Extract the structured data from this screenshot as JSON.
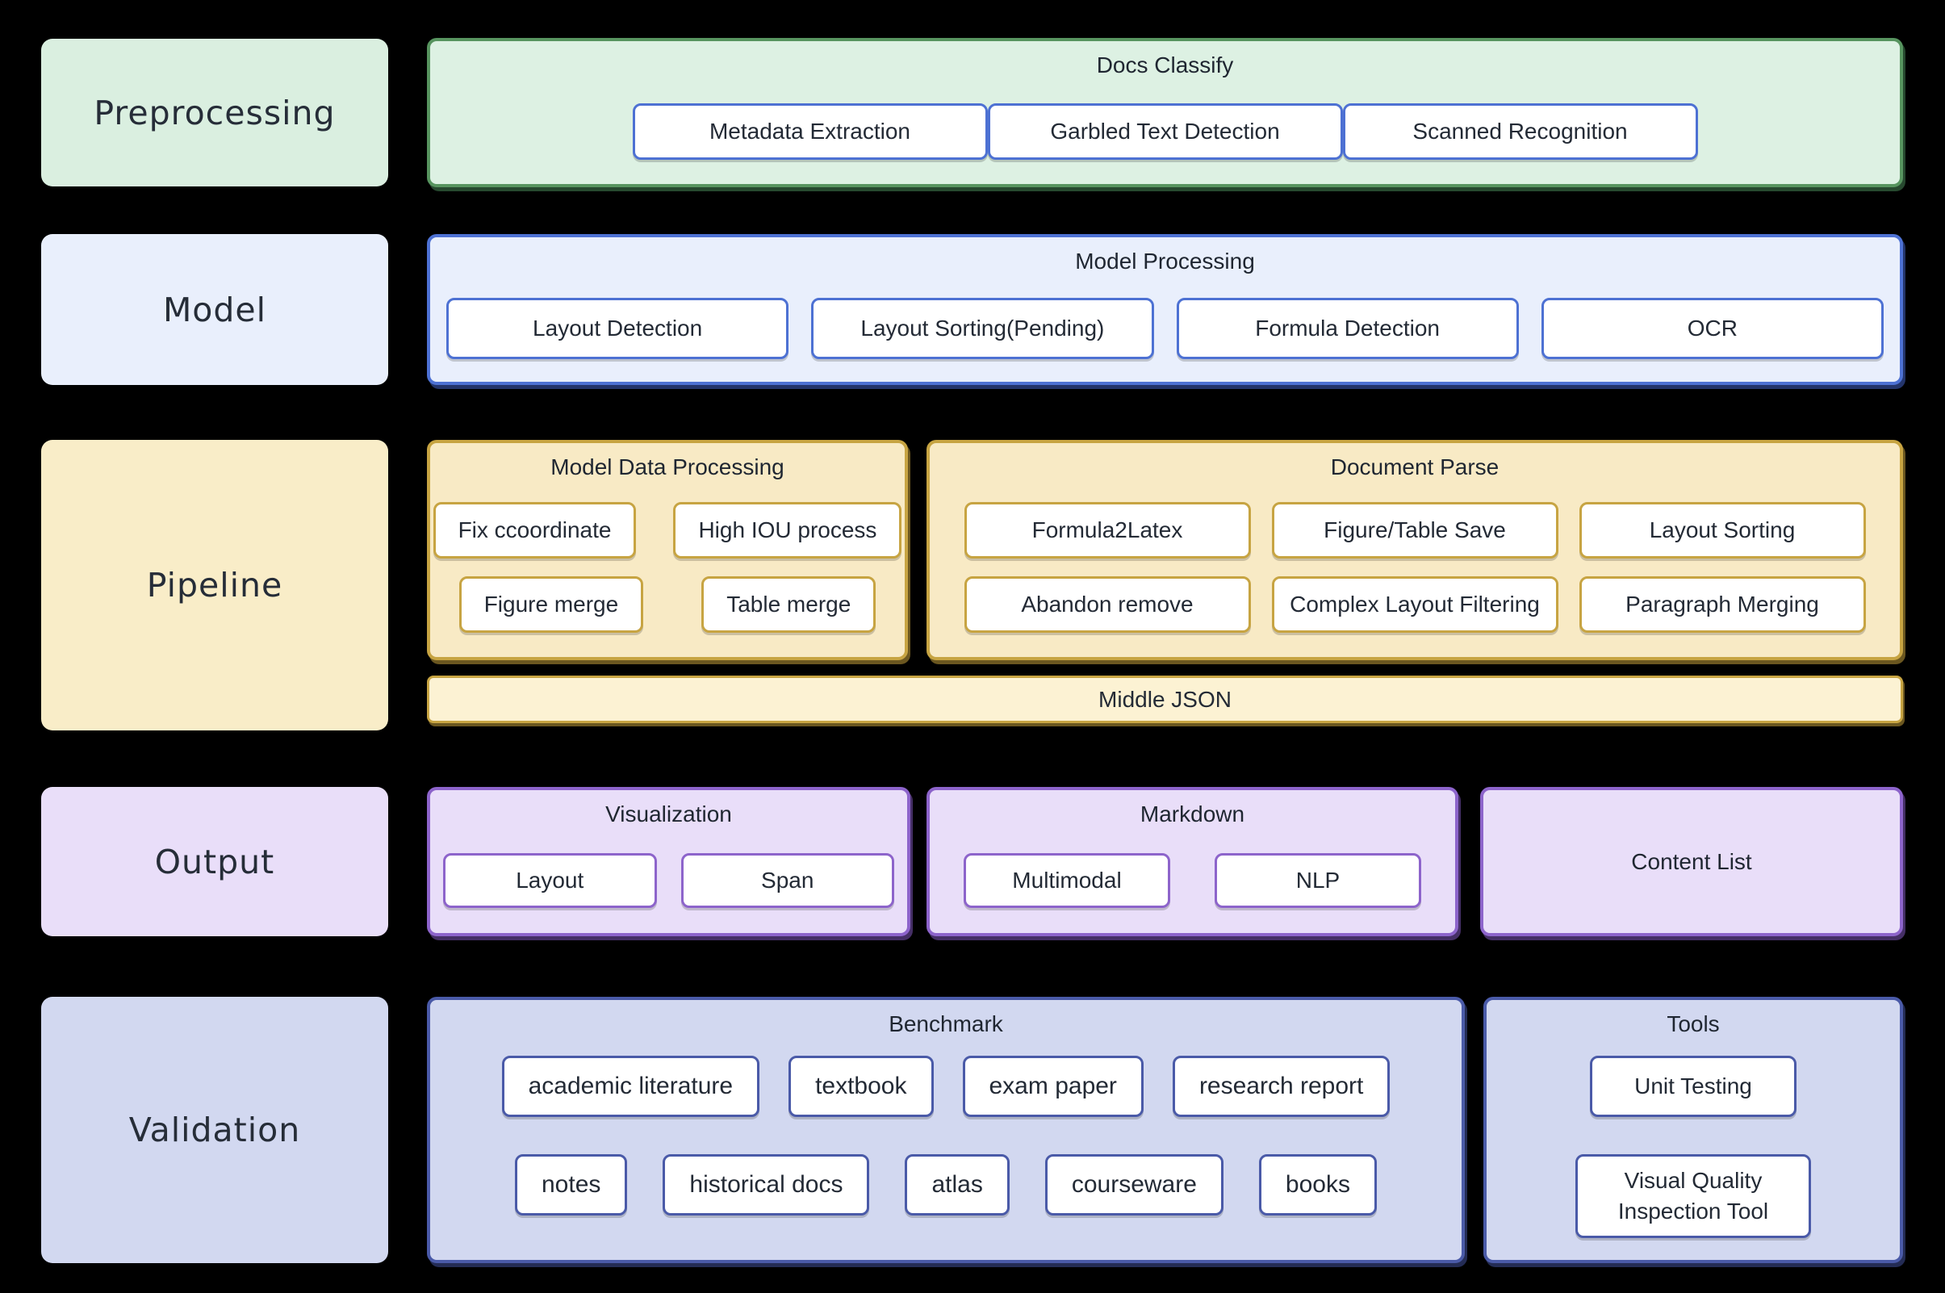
{
  "labels": {
    "preprocessing": "Preprocessing",
    "model": "Model",
    "pipeline": "Pipeline",
    "output": "Output",
    "validation": "Validation"
  },
  "docs_classify": {
    "title": "Docs Classify",
    "items": [
      "Metadata Extraction",
      "Garbled Text Detection",
      "Scanned Recognition"
    ]
  },
  "model_processing": {
    "title": "Model Processing",
    "items": [
      "Layout Detection",
      "Layout Sorting(Pending)",
      "Formula Detection",
      "OCR"
    ]
  },
  "model_data_processing": {
    "title": "Model Data Processing",
    "row1": [
      "Fix ccoordinate",
      "High IOU process"
    ],
    "row2": [
      "Figure merge",
      "Table merge"
    ]
  },
  "document_parse": {
    "title": "Document Parse",
    "row1": [
      "Formula2Latex",
      "Figure/Table Save",
      "Layout Sorting"
    ],
    "row2": [
      "Abandon remove",
      "Complex Layout Filtering",
      "Paragraph Merging"
    ]
  },
  "middle_json": {
    "label": "Middle JSON"
  },
  "visualization": {
    "title": "Visualization",
    "items": [
      "Layout",
      "Span"
    ]
  },
  "markdown": {
    "title": "Markdown",
    "items": [
      "Multimodal",
      "NLP"
    ]
  },
  "content_list": {
    "title": "Content List"
  },
  "benchmark": {
    "title": "Benchmark",
    "row1": [
      "academic literature",
      "textbook",
      "exam paper",
      "research report"
    ],
    "row2": [
      "notes",
      "historical docs",
      "atlas",
      "courseware",
      "books"
    ]
  },
  "tools": {
    "title": "Tools",
    "items": [
      "Unit Testing",
      "Visual Quality Inspection Tool"
    ]
  },
  "colors": {
    "background": "#000000",
    "green_bg": "#ddf1e3",
    "green_border": "#57945f",
    "blue_bg": "#e9effc",
    "blue_border": "#4d71d3",
    "yellow_bg": "#f8eac5",
    "yellow_bg_light": "#fcf2d3",
    "yellow_border": "#c7a442",
    "purple_bg": "#e9def9",
    "purple_border": "#8d64cb",
    "periwinkle_bg": "#d2d8f0",
    "navy_border": "#4a5aa8",
    "box_bg": "#ffffff",
    "text": "#232a35"
  }
}
